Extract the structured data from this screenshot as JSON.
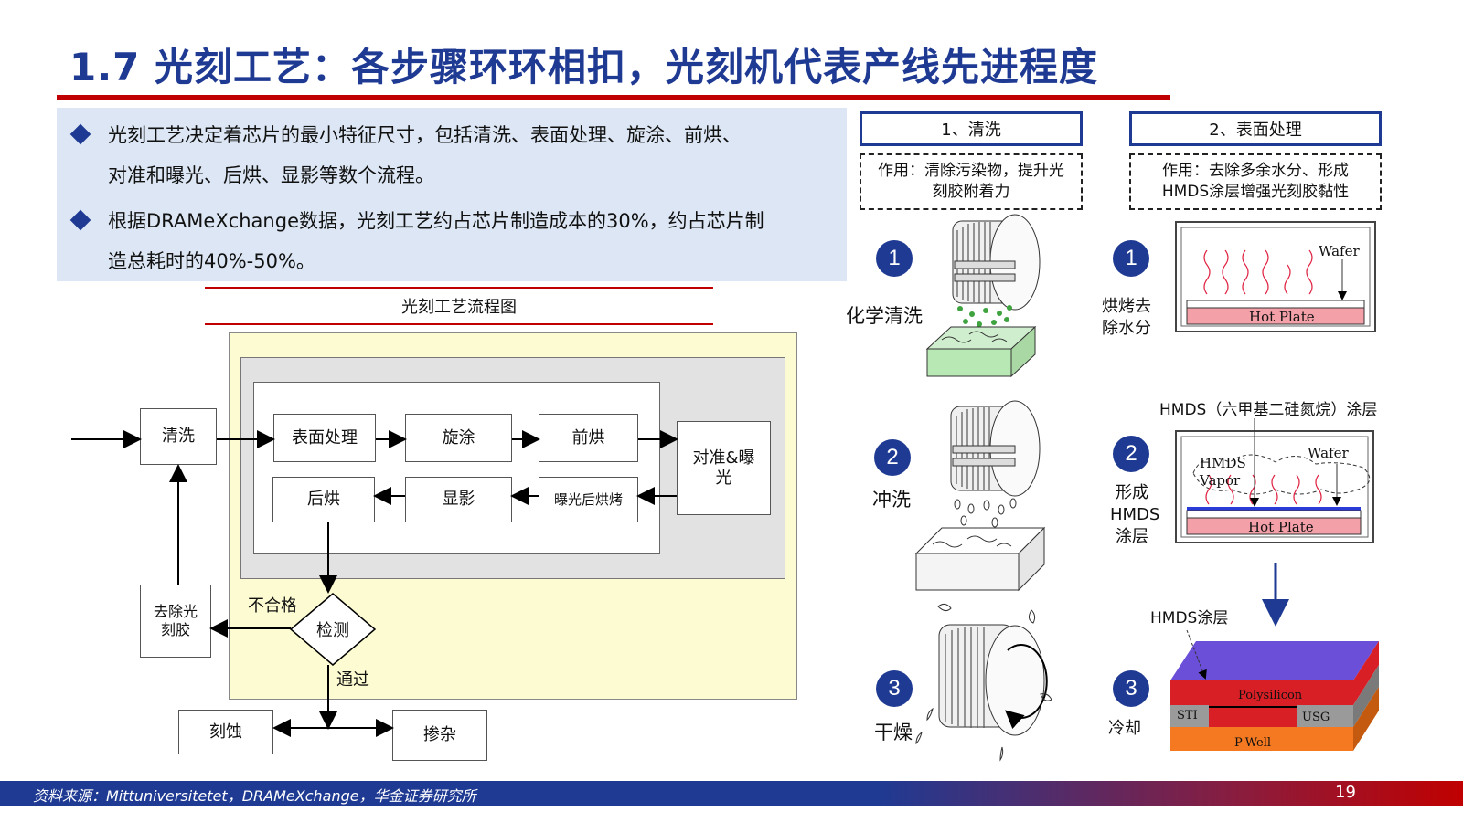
{
  "title": "1.7 光刻工艺：各步骤环环相扣，光刻机代表产线先进程度",
  "bullets": [
    {
      "line1": "光刻工艺决定着芯片的最小特征尺寸，包括清洗、表面处理、旋涂、前烘、",
      "line2": "对准和曝光、后烘、显影等数个流程。"
    },
    {
      "line1": "根据DRAMeXchange数据，光刻工艺约占芯片制造成本的30%，约占芯片制",
      "line2": "造总耗时的40%-50%。"
    }
  ],
  "flowchart": {
    "title": "光刻工艺流程图",
    "clean": "清洗",
    "surface": "表面处理",
    "spin": "旋涂",
    "prebake": "前烘",
    "align": "对准&曝光",
    "peb": "曝光后烘烤",
    "develop": "显影",
    "postbake": "后烘",
    "inspect": "检测",
    "fail": "不合格",
    "pass": "通过",
    "strip": "去除光刻胶",
    "etch": "刻蚀",
    "doping": "掺杂"
  },
  "cleaning": {
    "header": "1、清洗",
    "purpose": "作用：清除污染物，提升光刻胶附着力",
    "steps": [
      {
        "num": "1",
        "label": "化学清洗"
      },
      {
        "num": "2",
        "label": "冲洗"
      },
      {
        "num": "3",
        "label": "干燥"
      }
    ]
  },
  "surface_treatment": {
    "header": "2、表面处理",
    "purpose": "作用：去除多余水分、形成HMDS涂层增强光刻胶黏性",
    "steps": [
      {
        "num": "1",
        "label": "烘烤去除水分"
      },
      {
        "num": "2",
        "label": "形成HMDS涂层"
      },
      {
        "num": "3",
        "label": "冷却"
      }
    ],
    "hmds_title": "HMDS（六甲基二硅氮烷）涂层",
    "hmds_layer": "HMDS涂层",
    "wafer": "Wafer",
    "hot_plate": "Hot Plate",
    "hmds_vapor": "HMDS Vapor",
    "polysilicon": "Polysilicon",
    "sti": "STI",
    "usg": "USG",
    "pwell": "P-Well"
  },
  "footer": {
    "source": "资料来源：Mittuniversitetet，DRAMeXchange，华金证券研究所",
    "page": "19"
  },
  "colors": {
    "title_blue": "#1f3a93",
    "accent_red": "#c00000",
    "bullet_bg": "#dce6f4",
    "hot_plate": "#f4a0a8",
    "poly": "#d91f26",
    "hmds_purple": "#6b4fd8",
    "pwell": "#f47920"
  }
}
